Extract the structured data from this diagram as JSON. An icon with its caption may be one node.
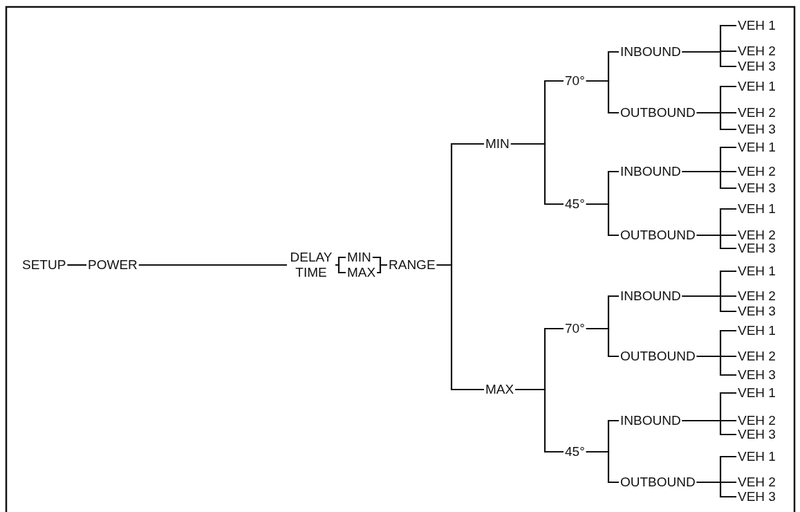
{
  "diagram": {
    "nodes": [
      {
        "text": [
          "SETUP"
        ]
      },
      {
        "text": [
          "POWER"
        ]
      },
      {
        "text": [
          "DELAY TIME"
        ]
      },
      {
        "text": [
          "MIN"
        ]
      },
      {
        "text": [
          "MAX"
        ]
      },
      {
        "text": [
          "RANGE"
        ]
      },
      {
        "text": [
          "MIN"
        ]
      },
      {
        "text": [
          "70°"
        ]
      },
      {
        "text": [
          "INBOUND"
        ]
      },
      {
        "text": [
          "VEH 1"
        ]
      },
      {
        "text": [
          "VEH 2"
        ]
      },
      {
        "text": [
          "VEH 3"
        ]
      },
      {
        "text": [
          "OUTBOUND"
        ]
      },
      {
        "text": [
          "VEH 1"
        ]
      },
      {
        "text": [
          "VEH 2"
        ]
      },
      {
        "text": [
          "VEH 3"
        ]
      },
      {
        "text": [
          "45°"
        ]
      },
      {
        "text": [
          "INBOUND"
        ]
      },
      {
        "text": [
          "VEH 1"
        ]
      },
      {
        "text": [
          "VEH 2"
        ]
      },
      {
        "text": [
          "VEH 3"
        ]
      },
      {
        "text": [
          "OUTBOUND"
        ]
      },
      {
        "text": [
          "VEH 1"
        ]
      },
      {
        "text": [
          "VEH 2"
        ]
      },
      {
        "text": [
          "VEH 3"
        ]
      },
      {
        "text": [
          "MAX"
        ]
      },
      {
        "text": [
          "70°"
        ]
      },
      {
        "text": [
          "INBOUND"
        ]
      },
      {
        "text": [
          "VEH 1"
        ]
      },
      {
        "text": [
          "VEH 2"
        ]
      },
      {
        "text": [
          "VEH 3"
        ]
      },
      {
        "text": [
          "OUTBOUND"
        ]
      },
      {
        "text": [
          "VEH 1"
        ]
      },
      {
        "text": [
          "VEH 2"
        ]
      },
      {
        "text": [
          "VEH 3"
        ]
      },
      {
        "text": [
          "45°"
        ]
      },
      {
        "text": [
          "INBOUND"
        ]
      },
      {
        "text": [
          "VEH 1"
        ]
      },
      {
        "text": [
          "VEH 2"
        ]
      },
      {
        "text": [
          "VEH 3"
        ]
      },
      {
        "text": [
          "OUTBOUND"
        ]
      },
      {
        "text": [
          "VEH 1"
        ]
      },
      {
        "text": [
          "VEH 2"
        ]
      },
      {
        "text": [
          "VEH 3"
        ]
      }
    ],
    "edges": [
      {
        "from": 0,
        "to": 1,
        "arrow": "none"
      },
      {
        "from": 1,
        "to": 2,
        "arrow": "none"
      },
      {
        "from": 2,
        "to": 3,
        "arrow": "none"
      },
      {
        "from": 2,
        "to": 4,
        "arrow": "none"
      },
      {
        "from": 3,
        "to": 5,
        "arrow": "none"
      },
      {
        "from": 4,
        "to": 5,
        "arrow": "none"
      },
      {
        "from": 5,
        "to": 6,
        "arrow": "none"
      },
      {
        "from": 5,
        "to": 25,
        "arrow": "none"
      },
      {
        "from": 6,
        "to": 7,
        "arrow": "none"
      },
      {
        "from": 6,
        "to": 16,
        "arrow": "none"
      },
      {
        "from": 7,
        "to": 8,
        "arrow": "none"
      },
      {
        "from": 7,
        "to": 12,
        "arrow": "none"
      },
      {
        "from": 8,
        "to": 9,
        "arrow": "none"
      },
      {
        "from": 8,
        "to": 10,
        "arrow": "none"
      },
      {
        "from": 8,
        "to": 11,
        "arrow": "none"
      },
      {
        "from": 12,
        "to": 13,
        "arrow": "none"
      },
      {
        "from": 12,
        "to": 14,
        "arrow": "none"
      },
      {
        "from": 12,
        "to": 15,
        "arrow": "none"
      },
      {
        "from": 16,
        "to": 17,
        "arrow": "none"
      },
      {
        "from": 16,
        "to": 21,
        "arrow": "none"
      },
      {
        "from": 17,
        "to": 18,
        "arrow": "none"
      },
      {
        "from": 17,
        "to": 19,
        "arrow": "none"
      },
      {
        "from": 17,
        "to": 20,
        "arrow": "none"
      },
      {
        "from": 21,
        "to": 22,
        "arrow": "none"
      },
      {
        "from": 21,
        "to": 23,
        "arrow": "none"
      },
      {
        "from": 21,
        "to": 24,
        "arrow": "none"
      },
      {
        "from": 25,
        "to": 26,
        "arrow": "none"
      },
      {
        "from": 25,
        "to": 35,
        "arrow": "none"
      },
      {
        "from": 26,
        "to": 27,
        "arrow": "none"
      },
      {
        "from": 26,
        "to": 31,
        "arrow": "none"
      },
      {
        "from": 27,
        "to": 28,
        "arrow": "none"
      },
      {
        "from": 27,
        "to": 29,
        "arrow": "none"
      },
      {
        "from": 27,
        "to": 30,
        "arrow": "none"
      },
      {
        "from": 31,
        "to": 32,
        "arrow": "none"
      },
      {
        "from": 31,
        "to": 33,
        "arrow": "none"
      },
      {
        "from": 31,
        "to": 34,
        "arrow": "none"
      },
      {
        "from": 35,
        "to": 36,
        "arrow": "none"
      },
      {
        "from": 35,
        "to": 40,
        "arrow": "none"
      },
      {
        "from": 36,
        "to": 37,
        "arrow": "none"
      },
      {
        "from": 36,
        "to": 38,
        "arrow": "none"
      },
      {
        "from": 36,
        "to": 39,
        "arrow": "none"
      },
      {
        "from": 40,
        "to": 41,
        "arrow": "none"
      },
      {
        "from": 40,
        "to": 42,
        "arrow": "none"
      },
      {
        "from": 40,
        "to": 43,
        "arrow": "none"
      }
    ]
  }
}
